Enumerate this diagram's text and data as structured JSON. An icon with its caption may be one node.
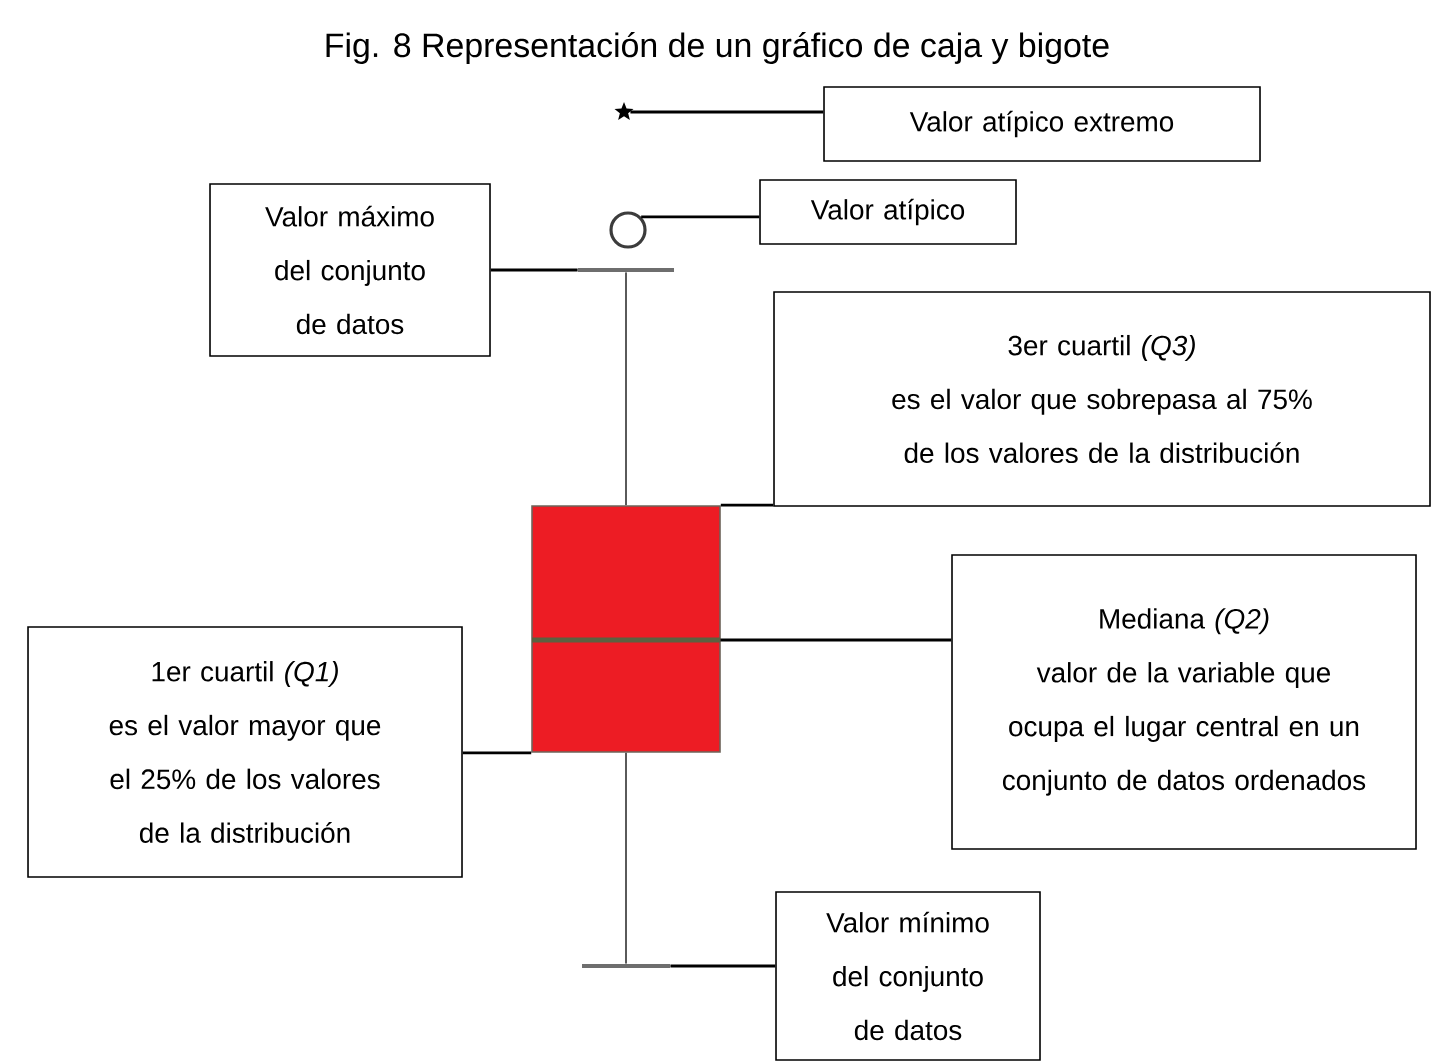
{
  "diagram": {
    "title": "Fig. 8 Representación de un gráfico de caja y bigote",
    "nodes": [
      {
        "text": [
          "Valor atípico extremo"
        ]
      },
      {
        "text": [],
        "shape": "star"
      },
      {
        "text": [
          "Valor atípico"
        ]
      },
      {
        "text": [],
        "shape": "circle"
      },
      {
        "text": [
          "Valor máximo del conjunto de datos"
        ]
      },
      {
        "text": [],
        "shape": "bar"
      },
      {
        "text": [
          "3er cuartil *(Q3)*",
          "es el valor que sobrepasa al 75% de los valores de la distribución"
        ]
      },
      {
        "text": [],
        "shape": "box"
      },
      {
        "text": [],
        "shape": "bar",
        "in": 7
      },
      {
        "text": [
          "Mediana *(Q2)*",
          "valor de la variable que ocupa el lugar central en un conjunto de datos ordenados"
        ]
      },
      {
        "text": [
          "1er cuartil *(Q1)*",
          "es el valor mayor que el 25% de los valores de la distribución"
        ]
      },
      {
        "text": [],
        "shape": "bar"
      },
      {
        "text": [
          "Valor mínimo del conjunto de datos"
        ]
      }
    ],
    "edges": [
      {
        "from": 0,
        "to": 1,
        "arrow": "none"
      },
      {
        "from": 2,
        "to": 3,
        "arrow": "none"
      },
      {
        "from": 4,
        "to": 5,
        "arrow": "none"
      },
      {
        "from": 6,
        "to": 7,
        "arrow": "none"
      },
      {
        "from": 9,
        "to": 8,
        "arrow": "none"
      },
      {
        "from": 10,
        "to": 7,
        "arrow": "none"
      },
      {
        "from": 12,
        "to": 11,
        "arrow": "none"
      },
      {
        "from": 5,
        "to": 7,
        "arrow": "none",
        "color": "#5a5a5a"
      },
      {
        "from": 7,
        "to": 11,
        "arrow": "none",
        "color": "#5a5a5a"
      }
    ]
  }
}
